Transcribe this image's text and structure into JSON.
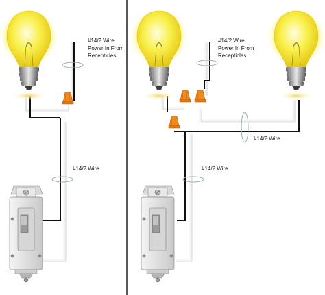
{
  "left_panel": {
    "feed_label_line1": "#14/2 Wire",
    "feed_label_line2": "Power In From",
    "feed_label_line3": "Recepticles",
    "switch_cable_label": "#14/2 Wire"
  },
  "right_panel": {
    "feed_label_line1": "#14/2 Wire",
    "feed_label_line2": "Power In From",
    "feed_label_line3": "Recepticles",
    "switch_cable_label": "#14/2 Wire",
    "light_cable_label": "#14/2 Wire"
  },
  "icons": [
    "light-bulb-icon",
    "wire-nut-icon",
    "light-switch-icon"
  ],
  "colors": {
    "bulb_glass": "#f7ee3a",
    "bulb_glow": "#fffbb0",
    "wire_nut": "#f08a1c",
    "hot_wire": "#111111",
    "neutral_wire": "#f2f2f2",
    "switch_body": "#e6e6e6",
    "divider": "#222222"
  }
}
